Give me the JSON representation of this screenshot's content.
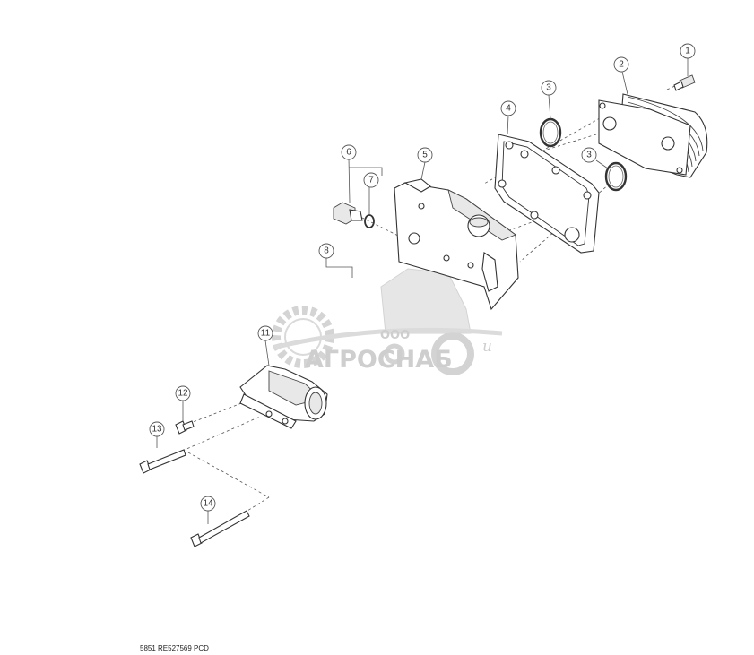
{
  "callouts": [
    "1",
    "2",
    "3",
    "3",
    "4",
    "5",
    "6",
    "7",
    "8",
    "11",
    "12",
    "13",
    "14"
  ],
  "watermark": {
    "prefix": "ООО",
    "brand": "АГРОСНАБ",
    "suffix": "и"
  },
  "footer_code": "5851 RE527569 PCD"
}
